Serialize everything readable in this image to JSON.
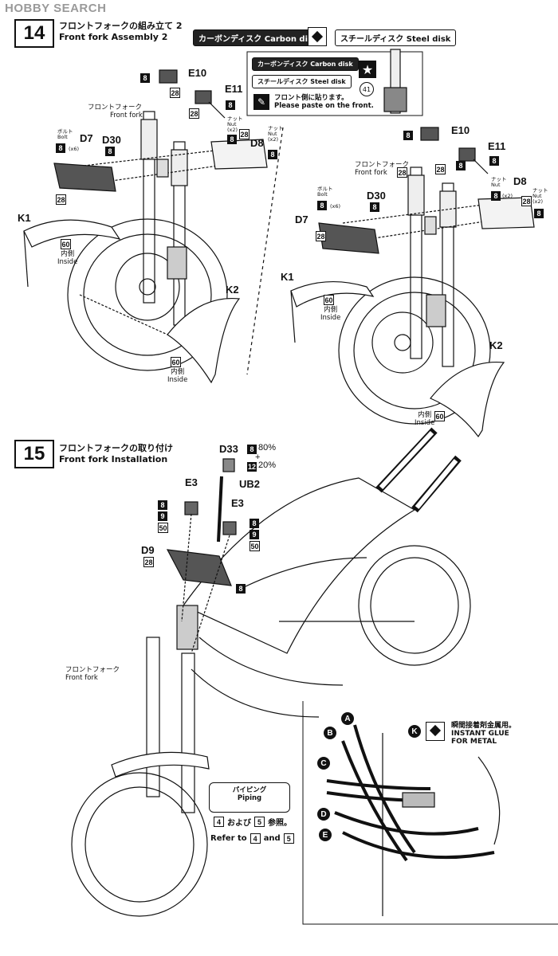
{
  "watermark": "HOBBY SEARCH",
  "step14": {
    "number": "14",
    "title_jp": "フロントフォークの組み立て 2",
    "title_en": "Front fork Assembly 2",
    "option_carbon": "カーボンディスク Carbon disk",
    "option_steel": "スチールディスク Steel disk",
    "legend": {
      "carbon": "カーボンディスク Carbon disk",
      "steel": "スチールディスク Steel disk",
      "decal_number": "41",
      "note_jp": "フロント側に貼ります。",
      "note_en": "Please paste on the front."
    },
    "left": {
      "parts": {
        "e10": "E10",
        "e11": "E11",
        "d7": "D7",
        "d30": "D30",
        "d8": "D8",
        "k1": "K1",
        "k2": "K2"
      },
      "fork_jp": "フロントフォーク",
      "fork_en": "Front fork",
      "bolt_jp": "ボルト",
      "bolt_en": "Bolt",
      "bolt_qty": "(x6)",
      "nut_jp": "ナット",
      "nut_en": "Nut",
      "nut_qty": "(x2)",
      "inside_jp": "内側",
      "inside_en": "Inside"
    },
    "right": {
      "parts": {
        "e10": "E10",
        "e11": "E11",
        "d7": "D7",
        "d30": "D30",
        "d8": "D8",
        "k1": "K1",
        "k2": "K2"
      },
      "fork_jp": "フロントフォーク",
      "fork_en": "Front fork",
      "bolt_jp": "ボルト",
      "bolt_en": "Bolt",
      "bolt_qty": "(x6)",
      "nut_jp": "ナット",
      "nut_en": "Nut",
      "nut_qty": "(x2)",
      "inside_jp": "内側",
      "inside_en": "Inside"
    },
    "colors": {
      "c8": "8",
      "c28": "28",
      "c60": "60"
    }
  },
  "step15": {
    "number": "15",
    "title_jp": "フロントフォークの取り付け",
    "title_en": "Front fork Installation",
    "parts": {
      "d33": "D33",
      "ub2": "UB2",
      "e3a": "E3",
      "e3b": "E3",
      "d9": "D9"
    },
    "mix": {
      "a_code": "8",
      "a_pct": "80%",
      "plus": "+",
      "b_code": "12",
      "b_pct": "20%"
    },
    "colors": {
      "c8": "8",
      "c9": "9",
      "c50": "50",
      "c28": "28"
    },
    "fork_jp": "フロントフォーク",
    "fork_en": "Front fork",
    "piping": {
      "title_jp": "パイピング",
      "title_en": "Piping",
      "ref_a": "4",
      "ref_jp_mid": "および",
      "ref_b": "5",
      "ref_jp_end": "参照。",
      "ref_en_pre": "Refer to",
      "ref_en_and": "and"
    },
    "glue": {
      "jp": "瞬間接着剤金属用。",
      "en_line1": "INSTANT GLUE",
      "en_line2": "FOR METAL",
      "part": "K"
    },
    "pipes": [
      "A",
      "B",
      "C",
      "D",
      "E"
    ]
  }
}
